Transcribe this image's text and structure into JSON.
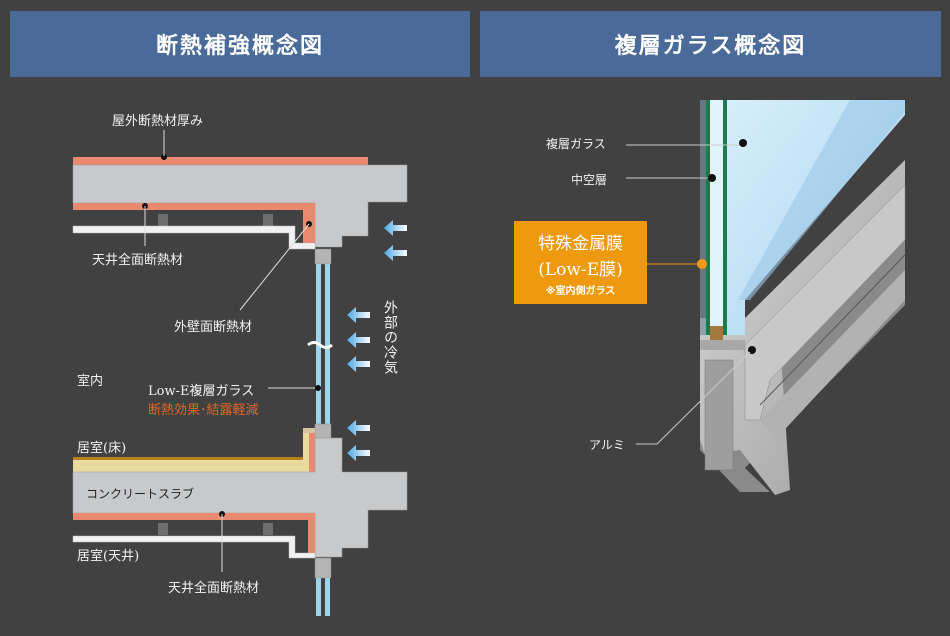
{
  "panels": {
    "left": {
      "title": "断熱補強概念図",
      "labels": {
        "outdoor_insulation": "屋外断熱材厚み",
        "ceiling_insulation_top": "天井全面断熱材",
        "outer_wall_insulation": "外壁面断熱材",
        "indoor": "室内",
        "lowe_glass": "Low-E複層ガラス",
        "lowe_effect": "断熱効果･結露軽減",
        "living_floor": "居室(床)",
        "concrete_slab": "コンクリートスラブ",
        "living_ceiling": "居室(天井)",
        "ceiling_insulation_bottom": "天井全面断熱材",
        "outside_cold_air": "外部の冷気"
      }
    },
    "right": {
      "title": "複層ガラス概念図",
      "labels": {
        "double_glass": "複層ガラス",
        "hollow_layer": "中空層",
        "aluminum": "アルミ"
      },
      "callout": {
        "line1": "特殊金属膜",
        "line2": "(Low-E膜)",
        "note": "※室内側ガラス"
      }
    }
  },
  "colors": {
    "background": "#414141",
    "header": "#4a6a9a",
    "concrete": "#c8c9cb",
    "insulation": "#e98a70",
    "glass": "#9fd3e8",
    "arrow": "#5ab2e6",
    "callout": "#ef9a0e",
    "accent_text": "#e0672a"
  }
}
